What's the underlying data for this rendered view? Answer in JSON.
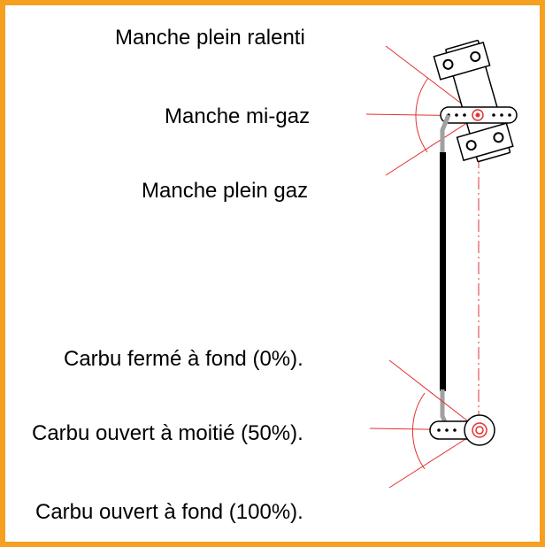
{
  "stick_labels": {
    "idle": "Manche plein ralenti",
    "half": "Manche mi-gaz",
    "full": "Manche plein gaz"
  },
  "carb_labels": {
    "closed": "Carbu fermé à fond (0%).",
    "half": "Carbu ouvert à moitié (50%).",
    "open": "Carbu ouvert à fond (100%)."
  },
  "colors": {
    "frame": "#f5a01e",
    "guide_lines": "#e53030",
    "pushrod": "#000000",
    "rod_end": "#a0a0a0"
  }
}
